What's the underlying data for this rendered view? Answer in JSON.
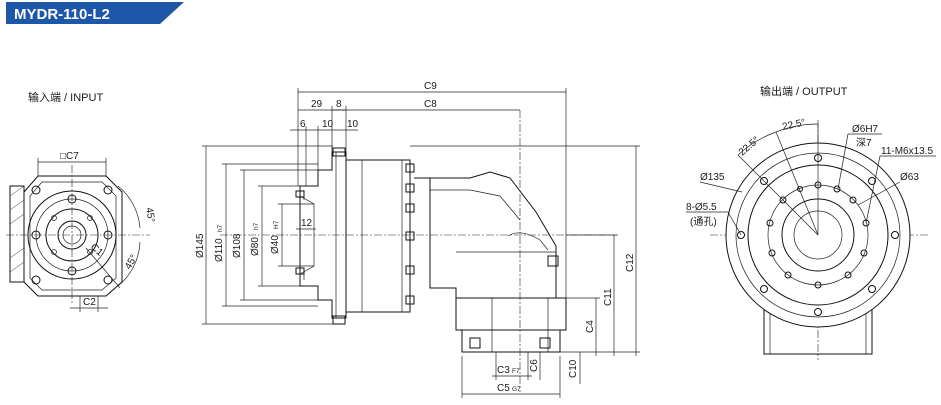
{
  "title": {
    "model": "MYDR-110-L2",
    "colors": {
      "banner": "#1e56a8",
      "banner_text": "#ffffff"
    }
  },
  "views": {
    "input": {
      "label": "输入端 / INPUT"
    },
    "output": {
      "label": "输出端 / OUTPUT"
    }
  },
  "input_dims": {
    "c7": "□C7",
    "c1": "C1",
    "c2": "C2",
    "angle1": "45°",
    "angle2": "45°"
  },
  "side_dims": {
    "c9": "C9",
    "c8": "C8",
    "d29": "29",
    "d8": "8",
    "d6": "6",
    "d10a": "10",
    "d10b": "10",
    "d12": "12",
    "dia145": "Ø145",
    "dia110": "Ø110",
    "dia110_tol": "h7",
    "dia108": "Ø108",
    "dia80": "Ø80",
    "dia80_tol": "h7",
    "dia40": "Ø40",
    "dia40_tol": "H7",
    "c12": "C12",
    "c11": "C11",
    "c4": "C4",
    "c10": "C10",
    "c6": "C6",
    "c3": "C3",
    "c3_tol": "F7",
    "c5": "C5",
    "c5_tol": "G7"
  },
  "output_dims": {
    "angle_a": "22.5°",
    "angle_b": "22.5°",
    "pin": "Ø6H7",
    "pin_depth": "深7",
    "thread": "11-M6x13.5",
    "dia135": "Ø135",
    "dia63": "Ø63",
    "holes": "8-Ø5.5",
    "holes_note": "(通孔)"
  }
}
